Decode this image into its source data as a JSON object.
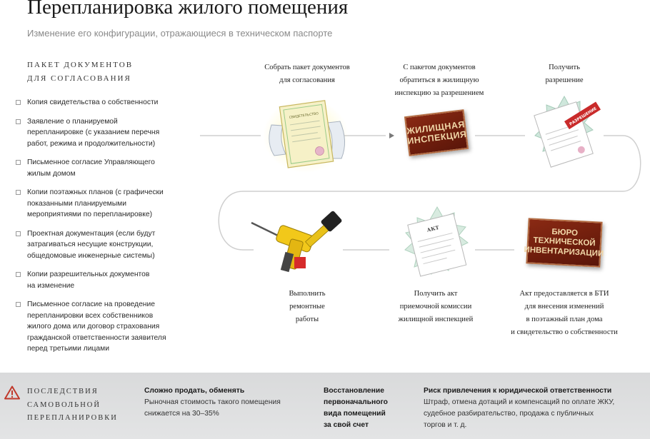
{
  "header": {
    "title": "Перепланировка жилого помещения",
    "subtitle": "Изменение его конфигурации, отражающиеся в техническом паспорте"
  },
  "package": {
    "heading": "ПАКЕТ ДОКУМЕНТОВ\nДЛЯ СОГЛАСОВАНИЯ",
    "items": [
      "Копия свидетельства о собственности",
      "Заявление о планируемой\nперепланировке (с указанием перечня\nработ, режима и продолжительности)",
      "Письменное согласие Управляющего\nжилым домом",
      "Копии поэтажных планов (с графически\nпоказанными планируемыми\nмероприятиями по перепланировке)",
      "Проектная документация (если будут\nзатрагиваться несущие конструкции,\nобщедомовые инженерные системы)",
      "Копии разрешительных документов\nна изменение",
      "Письменное согласие на проведение\nперепланировки всех собственников\nжилого дома или договор страхования\nгражданской ответственности заявителя\nперед третьими лицами"
    ]
  },
  "steps": [
    {
      "label": "Собрать пакет документов\nдля согласования"
    },
    {
      "label": "С пакетом документов\nобратиться в жилищную\nинспекцию за разрешением"
    },
    {
      "label": "Получить\nразрешение"
    },
    {
      "label": "Выполнить\nремонтные\nработы"
    },
    {
      "label": "Получить акт\nприемочной комиссии\nжилищной инспекцией"
    },
    {
      "label": "Акт предоставляется в БТИ\nдля внесения изменений\nв поэтажный план дома\nи свидетельство о собственности"
    }
  ],
  "illustrations": {
    "certificate_text": "СВИДЕТЕЛЬСТВО",
    "plaque_1": "ЖИЛИЩНАЯ\nИНСПЕКЦИЯ",
    "permit_stamp": "РАЗРЕШЕНИЕ",
    "act_text": "АКТ",
    "plaque_2": "БЮРО ТЕХНИЧЕСКОЙ\nИНВЕНТАРИЗАЦИИ",
    "icons": [
      "certificate-icon",
      "drill-hammer-icon",
      "permit-document-icon",
      "act-document-icon",
      "warning-icon"
    ]
  },
  "consequences": {
    "heading": "ПОСЛЕДСТВИЯ\nСАМОВОЛЬНОЙ\nПЕРЕПЛАНИРОВКИ",
    "items": [
      {
        "title": "Сложно продать, обменять",
        "text": "Рыночная стоимость такого помещения\nснижается на 30–35%"
      },
      {
        "title": "Восстановление\nпервоначального\nвида помещений\nза свой счет",
        "text": ""
      },
      {
        "title": "Риск привлечения к юридической ответственности",
        "text": "Штраф, отмена дотаций и компенсаций по оплате ЖКУ,\nсудебное разбирательство, продажа с публичных\nторгов и т. д."
      }
    ]
  },
  "colors": {
    "plaque": "#6d1d0c",
    "plaque_text": "#f1d7a8",
    "flow_line": "#c8c8c8",
    "bottom_bar": "#dcdddf",
    "warning": "#c0392b"
  }
}
